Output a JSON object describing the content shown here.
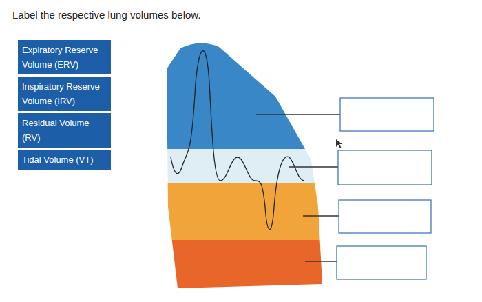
{
  "diagram": {
    "title": "Label the respective lung volumes below.",
    "nodes": [
      {
        "text": [
          "Expiratory Reserve Volume (ERV)"
        ]
      },
      {
        "text": [
          "Inspiratory Reserve Volume (IRV)"
        ]
      },
      {
        "text": [
          "Residual Volume (RV)"
        ]
      },
      {
        "text": [
          "Tidal Volume (VT)"
        ]
      }
    ]
  }
}
